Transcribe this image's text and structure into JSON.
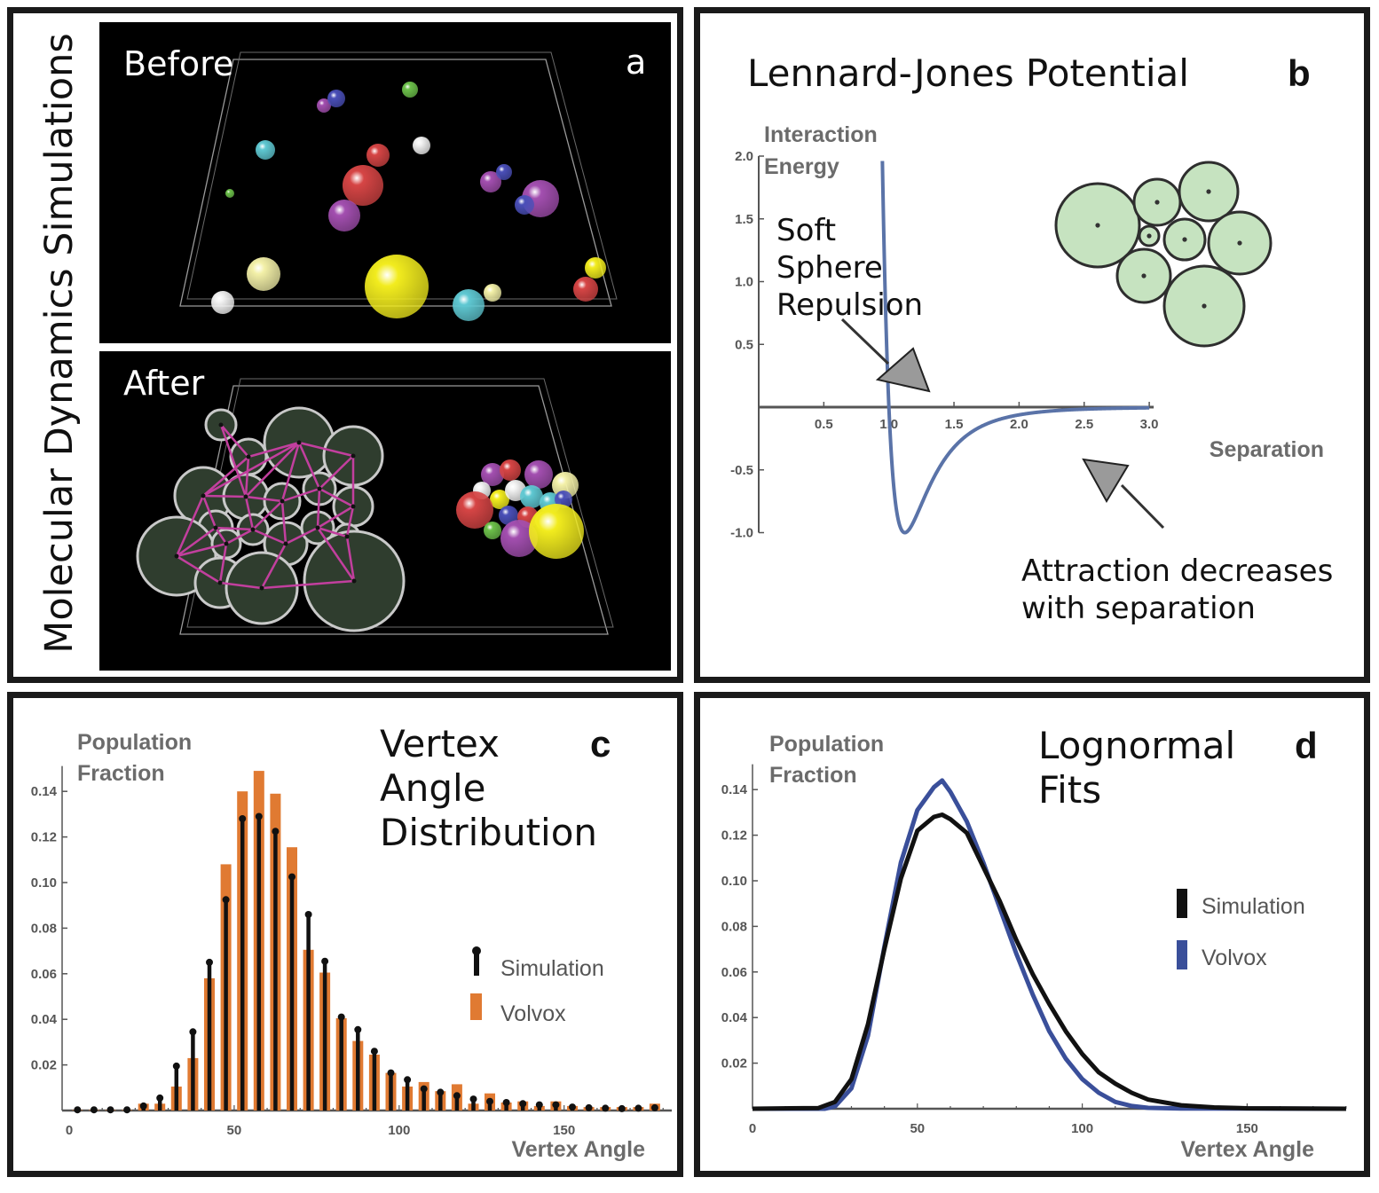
{
  "panel_a": {
    "side_title": "Molecular Dynamics Simulations",
    "before_label": "Before",
    "after_label": "After",
    "letter": "a"
  },
  "panel_b": {
    "title": "Lennard-Jones Potential",
    "letter": "b",
    "annotation_repulsion": [
      "Soft",
      "Sphere",
      "Repulsion"
    ],
    "annotation_attraction": [
      "Attraction decreases",
      "with separation"
    ],
    "curve_color": "#5a73a8",
    "circle_fill": "#c6e3c0"
  },
  "panel_c": {
    "title": [
      "Vertex",
      "Angle",
      "Distribution"
    ],
    "letter": "c"
  },
  "panel_d": {
    "title": [
      "Lognormal",
      "Fits"
    ],
    "letter": "d"
  },
  "chart_data": [
    {
      "id": "lennard-jones",
      "type": "line",
      "xlabel": "Separation",
      "ylabel": [
        "Interaction",
        "Energy"
      ],
      "xlim": [
        0,
        3.0
      ],
      "ylim": [
        -1.0,
        2.0
      ],
      "xticks": [
        "0.5",
        "1.0",
        "1.5",
        "2.0",
        "2.5",
        "3.0"
      ],
      "yticks": [
        "-1.0",
        "-0.5",
        "0.5",
        "1.0",
        "1.5",
        "2.0"
      ],
      "series": [
        {
          "function": "4*(1/r^12 - 1/r^6)",
          "x_range": [
            0.95,
            3.0
          ]
        }
      ]
    },
    {
      "id": "vertex-angle-distribution",
      "type": "bar",
      "xlabel": "Vertex Angle",
      "ylabel": [
        "Population",
        "Fraction"
      ],
      "xlim": [
        -2,
        182
      ],
      "ylim": [
        0,
        0.148
      ],
      "xticks": [
        "0",
        "50",
        "100",
        "150"
      ],
      "yticks": [
        "0.02",
        "0.04",
        "0.06",
        "0.08",
        "0.10",
        "0.12",
        "0.14"
      ],
      "x": [
        2.5,
        7.5,
        12.5,
        17.5,
        22.5,
        27.5,
        32.5,
        37.5,
        42.5,
        47.5,
        52.5,
        57.5,
        62.5,
        67.5,
        72.5,
        77.5,
        82.5,
        87.5,
        92.5,
        97.5,
        102.5,
        107.5,
        112.5,
        117.5,
        122.5,
        127.5,
        132.5,
        137.5,
        142.5,
        147.5,
        152.5,
        157.5,
        162.5,
        167.5,
        172.5,
        177.5
      ],
      "series": [
        {
          "name": "Simulation",
          "color": "#111111",
          "values": [
            0.0003,
            0.0003,
            0.0003,
            0.0003,
            0.002,
            0.0055,
            0.0195,
            0.0345,
            0.065,
            0.0925,
            0.128,
            0.129,
            0.1225,
            0.1025,
            0.086,
            0.0655,
            0.041,
            0.0355,
            0.026,
            0.0165,
            0.0135,
            0.0095,
            0.008,
            0.0065,
            0.005,
            0.004,
            0.0035,
            0.003,
            0.0025,
            0.0025,
            0.0015,
            0.0012,
            0.001,
            0.0008,
            0.001,
            0.0012
          ]
        },
        {
          "name": "Volvox",
          "color": "#e07a32",
          "values": [
            0.0002,
            0.0002,
            0.0002,
            0.0002,
            0.003,
            0.003,
            0.0105,
            0.023,
            0.058,
            0.108,
            0.14,
            0.149,
            0.139,
            0.1155,
            0.0705,
            0.0605,
            0.0405,
            0.0305,
            0.0245,
            0.0165,
            0.0105,
            0.0125,
            0.0085,
            0.0115,
            0.003,
            0.0075,
            0.0035,
            0.004,
            0.002,
            0.004,
            0.002,
            0.0015,
            0.0015,
            0.0015,
            0.0015,
            0.003
          ]
        }
      ]
    },
    {
      "id": "lognormal-fits",
      "type": "line",
      "xlabel": "Vertex Angle",
      "ylabel": [
        "Population",
        "Fraction"
      ],
      "xlim": [
        0,
        180
      ],
      "ylim": [
        0,
        0.148
      ],
      "xticks": [
        "0",
        "50",
        "100",
        "150"
      ],
      "yticks": [
        "0.02",
        "0.04",
        "0.06",
        "0.08",
        "0.10",
        "0.12",
        "0.14"
      ],
      "series": [
        {
          "name": "Simulation",
          "color": "#111111",
          "x": [
            0,
            20,
            25,
            30,
            35,
            40,
            45,
            50,
            55,
            57.5,
            60,
            65,
            70,
            75,
            80,
            85,
            90,
            95,
            100,
            105,
            110,
            115,
            120,
            130,
            140,
            150,
            180
          ],
          "values": [
            0,
            0.0003,
            0.003,
            0.013,
            0.037,
            0.07,
            0.101,
            0.122,
            0.128,
            0.129,
            0.127,
            0.121,
            0.106,
            0.091,
            0.074,
            0.059,
            0.046,
            0.034,
            0.024,
            0.016,
            0.011,
            0.007,
            0.004,
            0.0015,
            0.0006,
            0.0002,
            0
          ]
        },
        {
          "name": "Volvox",
          "color": "#3a4f9a",
          "x": [
            0,
            22,
            25,
            30,
            35,
            40,
            45,
            50,
            52.5,
            55,
            57.5,
            60,
            65,
            70,
            75,
            80,
            85,
            90,
            95,
            100,
            105,
            110,
            115,
            120,
            130,
            180
          ],
          "values": [
            0,
            0,
            0.001,
            0.009,
            0.032,
            0.071,
            0.108,
            0.131,
            0.136,
            0.141,
            0.144,
            0.139,
            0.126,
            0.108,
            0.088,
            0.068,
            0.05,
            0.034,
            0.022,
            0.013,
            0.007,
            0.003,
            0.0012,
            0.0004,
            0.0001,
            0
          ]
        }
      ]
    }
  ]
}
